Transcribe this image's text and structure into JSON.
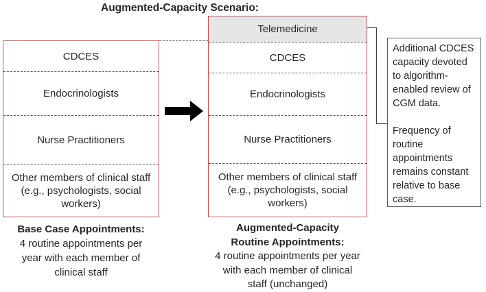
{
  "title": "Augmented-Capacity Scenario:",
  "colors": {
    "box_border": "#c0504d",
    "telemedicine_fill": "#e7e6e6",
    "dashed_divider": "#595959",
    "arrow": "#000000",
    "bracket": "#404040",
    "annotation_border": "#595959",
    "text": "#262626"
  },
  "base_case": {
    "rows": [
      "CDCES",
      "Endocrinologists",
      "Nurse Practitioners",
      "Other members of clinical staff (e.g., psychologists, social workers)"
    ],
    "caption_title_lines": [
      "Base Case Appointments:"
    ],
    "caption_body": "4 routine appointments per year with each member of clinical staff"
  },
  "augmented": {
    "telemedicine_row": "Telemedicine",
    "rows": [
      "CDCES",
      "Endocrinologists",
      "Nurse Practitioners",
      "Other members of clinical staff (e.g., psychologists, social workers)"
    ],
    "caption_title_lines": [
      "Augmented-Capacity",
      "Routine Appointments:"
    ],
    "caption_body": "4 routine appointments per year with each member of clinical staff (unchanged)"
  },
  "annotation": {
    "paragraphs": [
      "Additional CDCES capacity devoted to algorithm-enabled review of CGM data.",
      "Frequency of routine appointments remains constant relative to base case."
    ]
  }
}
